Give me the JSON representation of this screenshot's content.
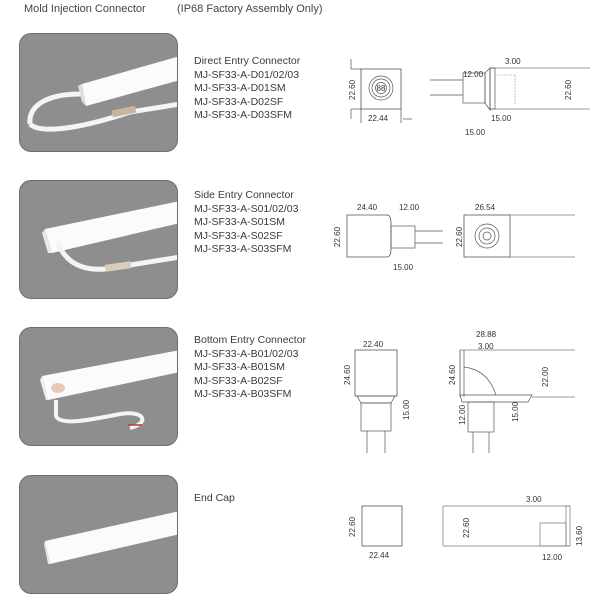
{
  "header": {
    "title": "Mold Injection Connector",
    "subtitle": "(IP68 Factory Assembly Only)"
  },
  "sections": [
    {
      "name": "Direct Entry Connector",
      "models": [
        "MJ-SF33-A-D01/02/03",
        "MJ-SF33-A-D01SM",
        "MJ-SF33-A-D02SF",
        "MJ-SF33-A-D03SFM"
      ],
      "photo": "direct-entry-connector-photo",
      "drawing_front": {
        "height": "22.60",
        "width": "22.44"
      },
      "drawing_side": {
        "gap": "3.00",
        "sleeve": "12.00",
        "height": "22.60",
        "inner": "15.00",
        "cable_boot": "15.00"
      }
    },
    {
      "name": "Side Entry Connector",
      "models": [
        "MJ-SF33-A-S01/02/03",
        "MJ-SF33-A-S01SM",
        "MJ-SF33-A-S02SF",
        "MJ-SF33-A-S03SFM"
      ],
      "photo": "side-entry-connector-photo",
      "drawing_front": {
        "body": "24.40",
        "sleeve": "12.00",
        "height": "22.60",
        "boot": "15.00"
      },
      "drawing_side": {
        "length": "26.54",
        "height": "22.60"
      }
    },
    {
      "name": "Bottom Entry Connector",
      "models": [
        "MJ-SF33-A-B01/02/03",
        "MJ-SF33-A-B01SM",
        "MJ-SF33-A-B02SF",
        "MJ-SF33-A-B03SFM"
      ],
      "photo": "bottom-entry-connector-photo",
      "drawing_front": {
        "width": "22.40",
        "height": "24.60",
        "boot": "15.00"
      },
      "drawing_side": {
        "length": "28.88",
        "gap": "3.00",
        "height": "24.60",
        "profile": "22.00",
        "sleeve": "12.00",
        "boot": "15.00"
      }
    },
    {
      "name": "End Cap",
      "models": [],
      "photo": "end-cap-photo",
      "drawing_front": {
        "height": "22.60",
        "width": "22.44"
      },
      "drawing_side": {
        "gap": "3.00",
        "height": "22.60",
        "cap_height": "13.60",
        "cap_length": "12.00"
      }
    }
  ]
}
